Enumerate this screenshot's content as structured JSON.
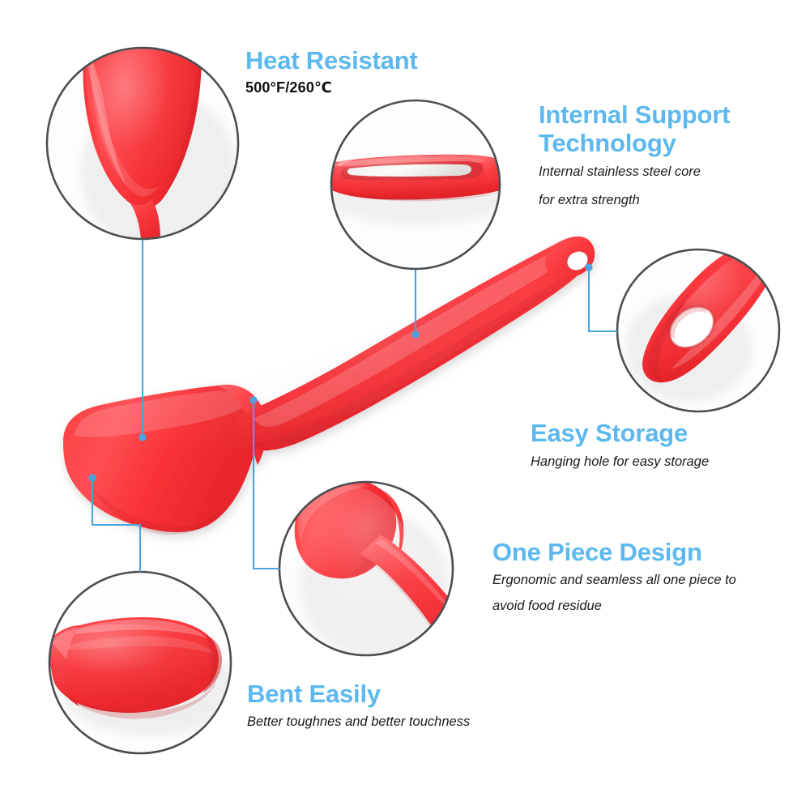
{
  "page": {
    "background_color": "#ffffff",
    "accent_color": "#5CB8EE",
    "product_color": "#FA3B40",
    "circle_border_color": "#4a4f54",
    "connector_color": "#4BA3DC",
    "subtitle_color": "#1a1a1a"
  },
  "product": {
    "name": "silicone-spatula",
    "color": "#FA3B40"
  },
  "callouts": [
    {
      "id": "heat-resistant",
      "title": "Heat Resistant",
      "subtitle": "500°F/260℃",
      "subtitle_style": "bold-black",
      "zoom_circle": "spatula-head-closeup"
    },
    {
      "id": "internal-support",
      "title_line1": "Internal Support",
      "title_line2": "Technology",
      "subtitle_line1": "Internal stainless steel core",
      "subtitle_line2": "for extra strength",
      "zoom_circle": "handle-steel-core-closeup"
    },
    {
      "id": "easy-storage",
      "title": "Easy Storage",
      "subtitle": "Hanging hole for easy storage",
      "zoom_circle": "hanging-hole-closeup"
    },
    {
      "id": "one-piece-design",
      "title": "One Piece Design",
      "subtitle_line1": "Ergonomic and seamless all one piece to",
      "subtitle_line2": "avoid food residue",
      "zoom_circle": "one-piece-joint-closeup"
    },
    {
      "id": "bent-easily",
      "title": "Bent Easily",
      "subtitle": "Better toughnes and better touchness",
      "zoom_circle": "bent-edge-closeup"
    }
  ]
}
